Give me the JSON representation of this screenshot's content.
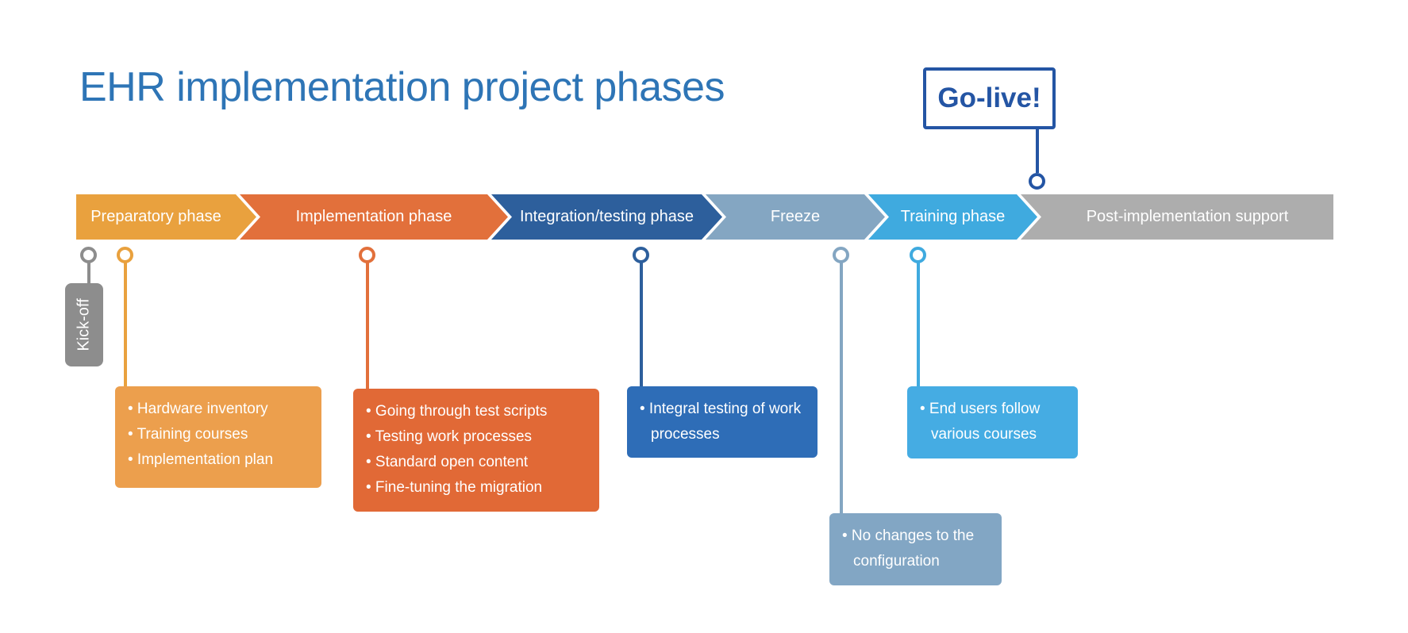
{
  "background": "#FFFFFF",
  "title": {
    "text": "EHR implementation project phases",
    "color": "#2E75B6"
  },
  "go_live": {
    "label": "Go-live!",
    "color": "#2455A4"
  },
  "kick_off": {
    "label": "Kick-off",
    "color": "#8D8D8D",
    "text_color": "#FFFFFF"
  },
  "timeline": {
    "text_color": "#FFFFFF",
    "segments": [
      {
        "id": "preparatory",
        "label": "Preparatory phase",
        "color": "#E9A13E"
      },
      {
        "id": "implementation",
        "label": "Implementation phase",
        "color": "#E2703B"
      },
      {
        "id": "integration",
        "label": "Integration/testing phase",
        "color": "#2D5F9C"
      },
      {
        "id": "freeze",
        "label": "Freeze",
        "color": "#84A6C2"
      },
      {
        "id": "training",
        "label": "Training phase",
        "color": "#3FAADF"
      },
      {
        "id": "post",
        "label": "Post-implementation support",
        "color": "#ADADAD"
      }
    ]
  },
  "callouts": {
    "text_color": "#FFFFFF",
    "boxes": [
      {
        "id": "preparatory",
        "color": "#EC9F4D",
        "items": [
          "Hardware inventory",
          "Training courses",
          "Implementation plan"
        ]
      },
      {
        "id": "implementation",
        "color": "#E16936",
        "items": [
          "Going through test scripts",
          "Testing work processes",
          "Standard open content",
          "Fine-tuning the migration"
        ]
      },
      {
        "id": "integration",
        "color": "#2E6DB7",
        "items": [
          "Integral testing of work processes"
        ]
      },
      {
        "id": "freeze",
        "color": "#82A6C4",
        "items": [
          "No changes to the configuration"
        ]
      },
      {
        "id": "training",
        "color": "#45ACE3",
        "items": [
          "End users follow various courses"
        ]
      }
    ]
  }
}
